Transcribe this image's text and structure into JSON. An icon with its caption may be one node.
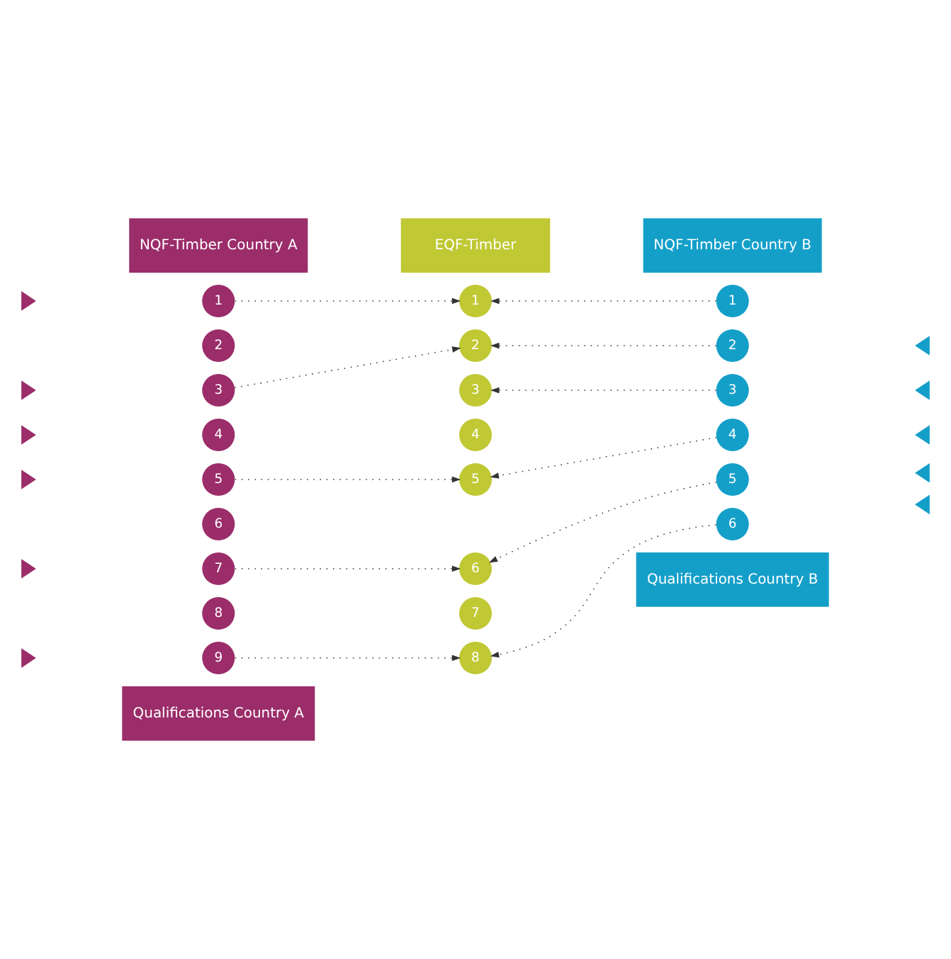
{
  "diagram": {
    "nodes": [
      {
        "text": [
          "NQF-Timber Country A"
        ]
      },
      {
        "text": [
          "EQF-Timber"
        ]
      },
      {
        "text": [
          "NQF-Timber Country B"
        ]
      },
      {
        "text": [
          "1"
        ]
      },
      {
        "text": [
          "2"
        ]
      },
      {
        "text": [
          "3"
        ]
      },
      {
        "text": [
          "4"
        ]
      },
      {
        "text": [
          "5"
        ]
      },
      {
        "text": [
          "6"
        ]
      },
      {
        "text": [
          "7"
        ]
      },
      {
        "text": [
          "8"
        ]
      },
      {
        "text": [
          "9"
        ]
      },
      {
        "text": [
          "1"
        ]
      },
      {
        "text": [
          "2"
        ]
      },
      {
        "text": [
          "3"
        ]
      },
      {
        "text": [
          "4"
        ]
      },
      {
        "text": [
          "5"
        ]
      },
      {
        "text": [
          "6"
        ]
      },
      {
        "text": [
          "7"
        ]
      },
      {
        "text": [
          "8"
        ]
      },
      {
        "text": [
          "1"
        ]
      },
      {
        "text": [
          "2"
        ]
      },
      {
        "text": [
          "3"
        ]
      },
      {
        "text": [
          "4"
        ]
      },
      {
        "text": [
          "5"
        ]
      },
      {
        "text": [
          "6"
        ]
      },
      {
        "text": [
          "Qualifications Country A"
        ]
      },
      {
        "text": [
          "Qualifications Country B"
        ]
      },
      {
        "text": [],
        "shape": "triangle"
      },
      {
        "text": [],
        "shape": "triangle"
      },
      {
        "text": [],
        "shape": "triangle"
      },
      {
        "text": [],
        "shape": "triangle"
      },
      {
        "text": [],
        "shape": "triangle"
      },
      {
        "text": [],
        "shape": "triangle"
      },
      {
        "text": [],
        "shape": "triangle"
      },
      {
        "text": [],
        "shape": "triangle"
      },
      {
        "text": [],
        "shape": "triangle"
      },
      {
        "text": [],
        "shape": "triangle"
      },
      {
        "text": [],
        "shape": "triangle"
      }
    ],
    "edges": [
      {
        "from": 3,
        "to": 12,
        "arrow": "to"
      },
      {
        "from": 5,
        "to": 13,
        "arrow": "to"
      },
      {
        "from": 7,
        "to": 16,
        "arrow": "to"
      },
      {
        "from": 9,
        "to": 17,
        "arrow": "to"
      },
      {
        "from": 11,
        "to": 19,
        "arrow": "to"
      },
      {
        "from": 20,
        "to": 12,
        "arrow": "to"
      },
      {
        "from": 21,
        "to": 13,
        "arrow": "to"
      },
      {
        "from": 22,
        "to": 14,
        "arrow": "to"
      },
      {
        "from": 23,
        "to": 16,
        "arrow": "to"
      },
      {
        "from": 24,
        "to": 17,
        "arrow": "to"
      },
      {
        "from": 25,
        "to": 19,
        "arrow": "to"
      }
    ]
  }
}
